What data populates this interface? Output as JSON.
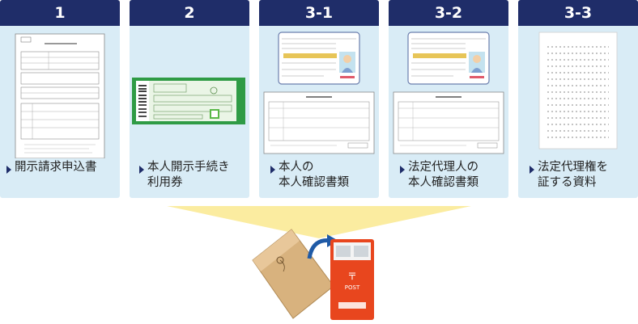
{
  "steps": [
    {
      "number": "1",
      "label": "開示請求申込書",
      "icon": "application-form"
    },
    {
      "number": "2",
      "label": "本人開示手続き\n利用券",
      "icon": "usage-ticket"
    },
    {
      "number": "3-1",
      "label": "本人の\n本人確認書類",
      "icon": "id-documents"
    },
    {
      "number": "3-2",
      "label": "法定代理人の\n本人確認書類",
      "icon": "id-documents"
    },
    {
      "number": "3-3",
      "label": "法定代理権を\n証する資料",
      "icon": "proof-document"
    }
  ],
  "mail": {
    "post_label": "POST",
    "icon": "envelope-to-postbox"
  },
  "colors": {
    "header": "#1f2d69",
    "panel": "#d9ecf6",
    "funnel": "#fbeca0",
    "postbox": "#e8461e",
    "envelope": "#d8b27e",
    "ticket": "#2f9b45"
  }
}
